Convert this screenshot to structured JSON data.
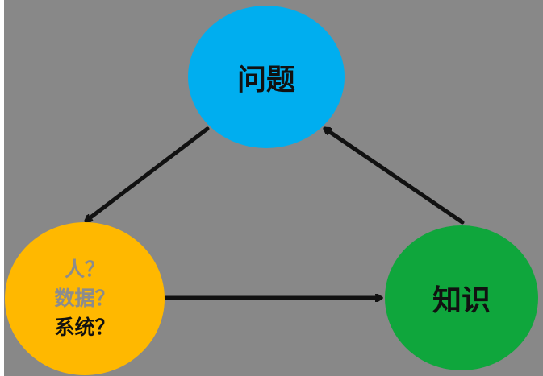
{
  "nodes": {
    "problem": {
      "label": "问题",
      "color": "#00AEEF"
    },
    "knowledge": {
      "label": "知识",
      "color": "#0FA63C"
    },
    "source": {
      "color": "#FFB800",
      "lines": [
        {
          "text": "人？",
          "color": "#8C8C8C"
        },
        {
          "text": "数据？",
          "color": "#8C8C8C"
        },
        {
          "text": "系统？",
          "color": "#111111"
        }
      ]
    }
  },
  "colors": {
    "background": "#888888",
    "arrow": "#111111"
  }
}
